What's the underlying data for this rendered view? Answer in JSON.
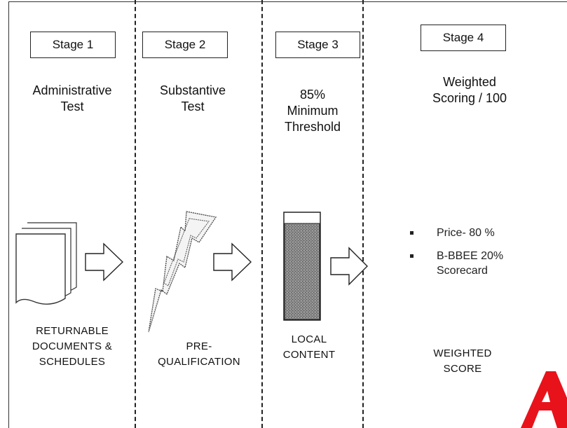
{
  "stages": [
    {
      "label": "Stage 1",
      "heading": "Administrative\nTest",
      "caption": "RETURNABLE\nDOCUMENTS &\nSCHEDULES"
    },
    {
      "label": "Stage 2",
      "heading": "Substantive\nTest",
      "caption": "PRE-\nQUALIFICATION"
    },
    {
      "label": "Stage 3",
      "heading": "85%\nMinimum\nThreshold",
      "caption": "LOCAL\nCONTENT"
    },
    {
      "label": "Stage 4",
      "heading": "Weighted\nScoring / 100",
      "caption": "WEIGHTED\nSCORE"
    }
  ],
  "criteria": [
    "Price- 80 %",
    "B-BBEE 20%\nScorecard"
  ],
  "icons": [
    "documents-stack-icon",
    "lightning-bolt-icon",
    "filled-bar-icon",
    "arrow-right-icon",
    "watermark-a-icon"
  ],
  "colors": {
    "line": "#222222",
    "watermark": "#e8121b"
  }
}
